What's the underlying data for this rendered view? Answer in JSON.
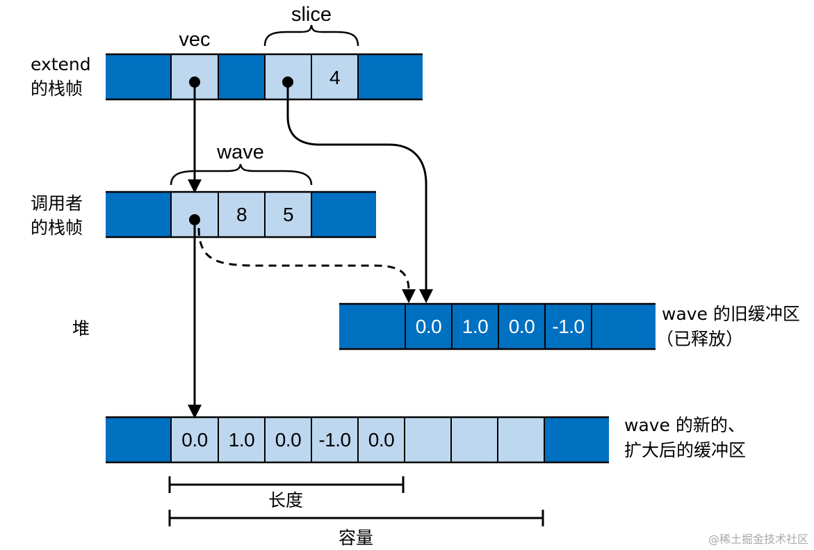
{
  "labels": {
    "extend_frame_line1": "extend",
    "extend_frame_line2": "的栈帧",
    "caller_frame_line1": "调用者",
    "caller_frame_line2": "的栈帧",
    "heap": "堆",
    "old_buffer_line1": "wave 的旧缓冲区",
    "old_buffer_line2": "（已释放）",
    "new_buffer_line1": "wave 的新的、",
    "new_buffer_line2": "扩大后的缓冲区",
    "vec": "vec",
    "slice": "slice",
    "wave": "wave",
    "length": "长度",
    "capacity": "容量"
  },
  "extend_frame": {
    "slice_length": "4"
  },
  "caller_frame": {
    "capacity": "8",
    "length": "5"
  },
  "old_buffer": {
    "values": [
      "0.0",
      "1.0",
      "0.0",
      "-1.0"
    ]
  },
  "new_buffer": {
    "values": [
      "0.0",
      "1.0",
      "0.0",
      "-1.0",
      "0.0"
    ]
  },
  "colors": {
    "frame_blue": "#0070C0",
    "cell_light_blue": "#BDD7EE"
  },
  "watermark": "@稀土掘金技术社区"
}
